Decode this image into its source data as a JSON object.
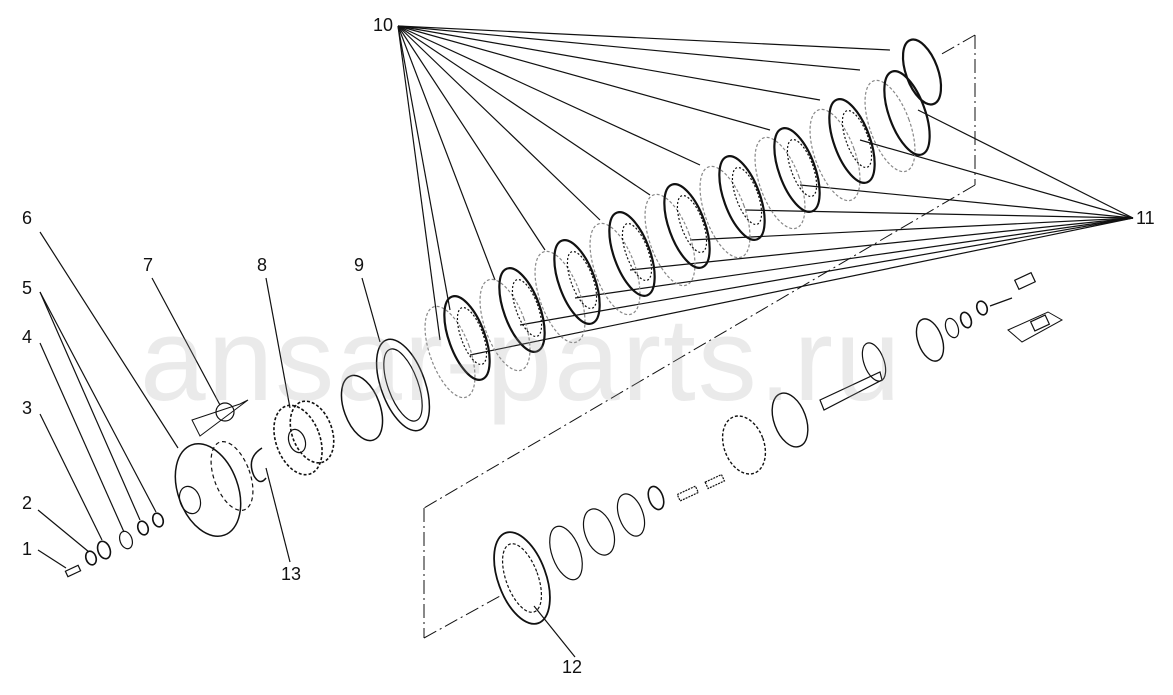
{
  "watermark": "ansar-parts.ru",
  "callouts": [
    "1",
    "2",
    "3",
    "4",
    "5",
    "6",
    "7",
    "8",
    "9",
    "10",
    "11",
    "12",
    "13"
  ],
  "colors": {
    "ink": "#111111",
    "shade": "#9a9a9a",
    "watermark": "#a0a0a0"
  }
}
